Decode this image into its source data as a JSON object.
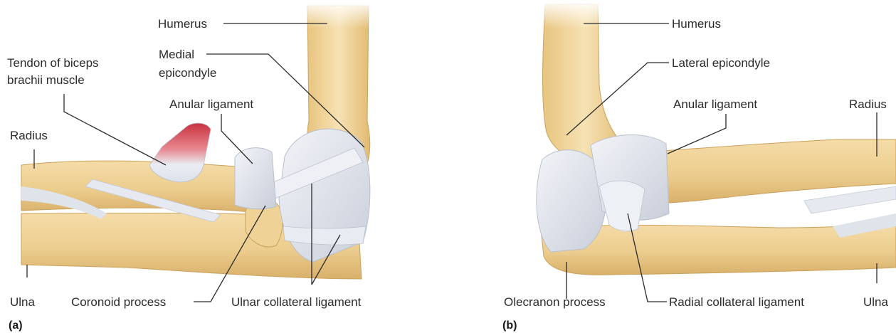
{
  "panels": [
    {
      "label": "(a)",
      "labels": {
        "humerus": "Humerus",
        "medial_epicondyle_1": "Medial",
        "medial_epicondyle_2": "epicondyle",
        "tendon_1": "Tendon of biceps",
        "tendon_2": "brachii muscle",
        "anular": "Anular ligament",
        "radius": "Radius",
        "ulna": "Ulna",
        "coronoid": "Coronoid process",
        "ulnar_collateral": "Ulnar collateral ligament"
      }
    },
    {
      "label": "(b)",
      "labels": {
        "humerus": "Humerus",
        "lateral_epicondyle": "Lateral epicondyle",
        "anular": "Anular ligament",
        "radius": "Radius",
        "olecranon": "Olecranon process",
        "radial_collateral": "Radial collateral ligament",
        "ulna": "Ulna"
      }
    }
  ],
  "colors": {
    "bone": "#f0d49c",
    "bone_shade": "#d9b46a",
    "ligament": "#e4e7ee",
    "ligament_shade": "#c7ccd8",
    "tendon_muscle": "#d94a58"
  }
}
